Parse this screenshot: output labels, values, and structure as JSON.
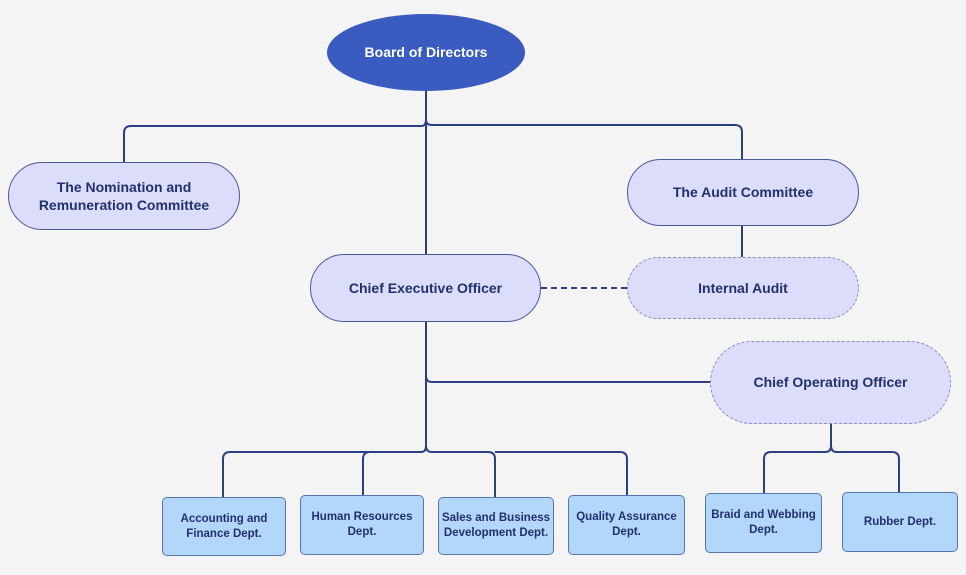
{
  "diagram": {
    "type": "org-chart",
    "colors": {
      "background": "#f4f4f4",
      "root_fill": "#3a5bbf",
      "pill_fill": "#dcdcfb",
      "dept_fill": "#b3d6fb",
      "line": "#2c3f82",
      "text": "#22306e"
    },
    "nodes": {
      "board": "Board of Directors",
      "nomination": "The Nomination and Remuneration Committee",
      "audit_committee": "The Audit Committee",
      "ceo": "Chief Executive Officer",
      "internal_audit": "Internal Audit",
      "coo": "Chief Operating Officer",
      "accounting": "Accounting and Finance Dept.",
      "hr": "Human Resources Dept.",
      "sales": "Sales and Business Development Dept.",
      "qa": "Quality Assurance Dept.",
      "braid": "Braid and Webbing Dept.",
      "rubber": "Rubber Dept."
    },
    "edges": [
      {
        "from": "board",
        "to": "nomination",
        "style": "solid"
      },
      {
        "from": "board",
        "to": "audit_committee",
        "style": "solid"
      },
      {
        "from": "board",
        "to": "ceo",
        "style": "solid"
      },
      {
        "from": "audit_committee",
        "to": "internal_audit",
        "style": "solid"
      },
      {
        "from": "ceo",
        "to": "internal_audit",
        "style": "dashed"
      },
      {
        "from": "ceo",
        "to": "coo",
        "style": "solid"
      },
      {
        "from": "ceo",
        "to": "accounting",
        "style": "solid"
      },
      {
        "from": "ceo",
        "to": "hr",
        "style": "solid"
      },
      {
        "from": "ceo",
        "to": "sales",
        "style": "solid"
      },
      {
        "from": "ceo",
        "to": "qa",
        "style": "solid"
      },
      {
        "from": "coo",
        "to": "braid",
        "style": "solid"
      },
      {
        "from": "coo",
        "to": "rubber",
        "style": "solid"
      }
    ]
  }
}
